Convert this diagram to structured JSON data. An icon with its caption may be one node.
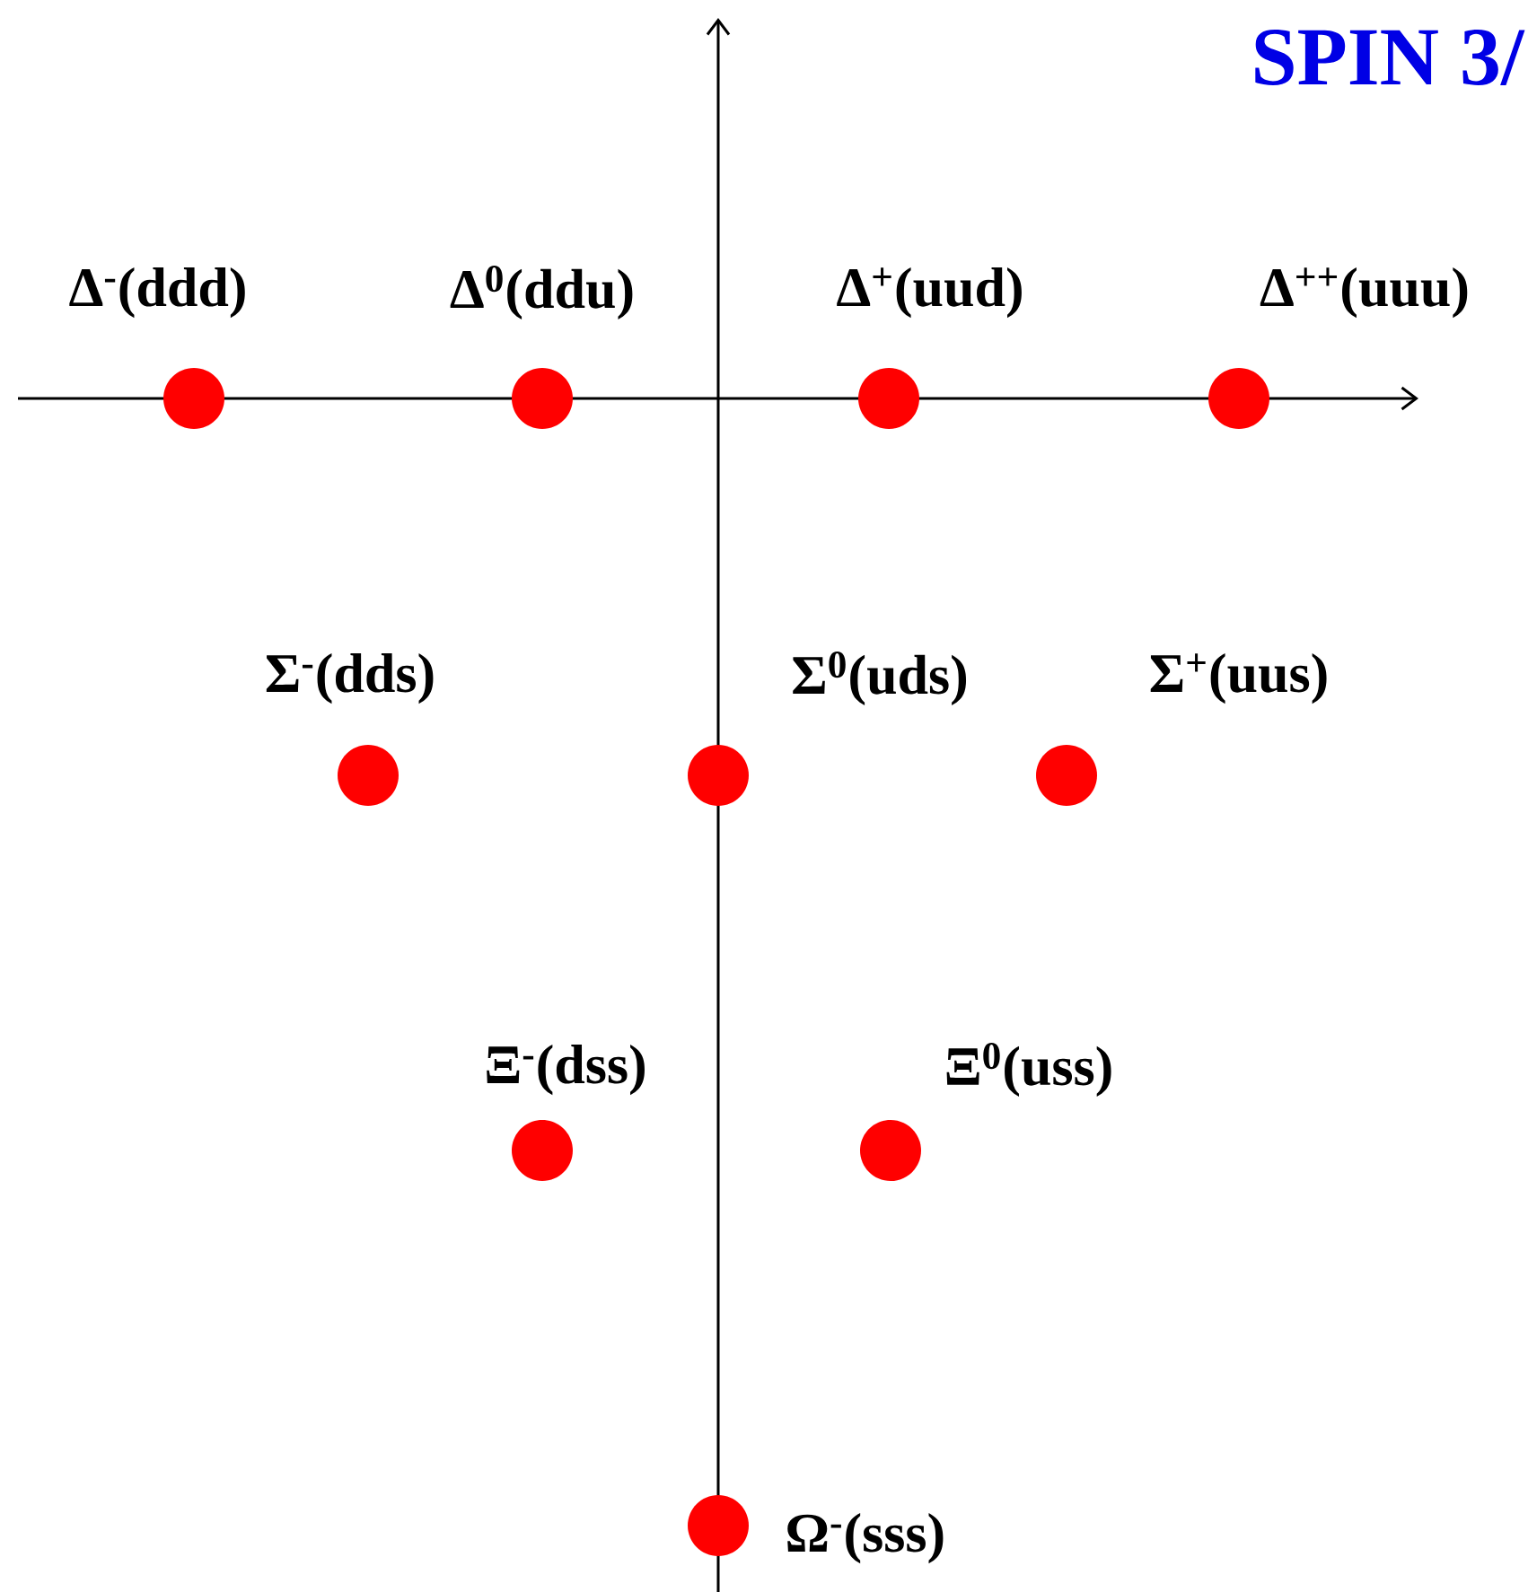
{
  "diagram": {
    "title": "SPIN 3/",
    "nodes": [
      {
        "text": [
          "Δ$^{-}$(ddd)"
        ]
      },
      {
        "text": [
          "Δ$^{0}$(ddu)"
        ]
      },
      {
        "text": [
          "Δ$^{+}$(uud)"
        ]
      },
      {
        "text": [
          "Δ$^{++}$(uuu)"
        ]
      },
      {
        "text": [
          "Σ$^{-}$(dds)"
        ]
      },
      {
        "text": [
          "Σ$^{0}$(uds)"
        ]
      },
      {
        "text": [
          "Σ$^{+}$(uus)"
        ]
      },
      {
        "text": [
          "Ξ$^{-}$(dss)"
        ]
      },
      {
        "text": [
          "Ξ$^{0}$(uss)"
        ]
      },
      {
        "text": [
          "Ω$^{-}$(sss)"
        ]
      }
    ]
  }
}
